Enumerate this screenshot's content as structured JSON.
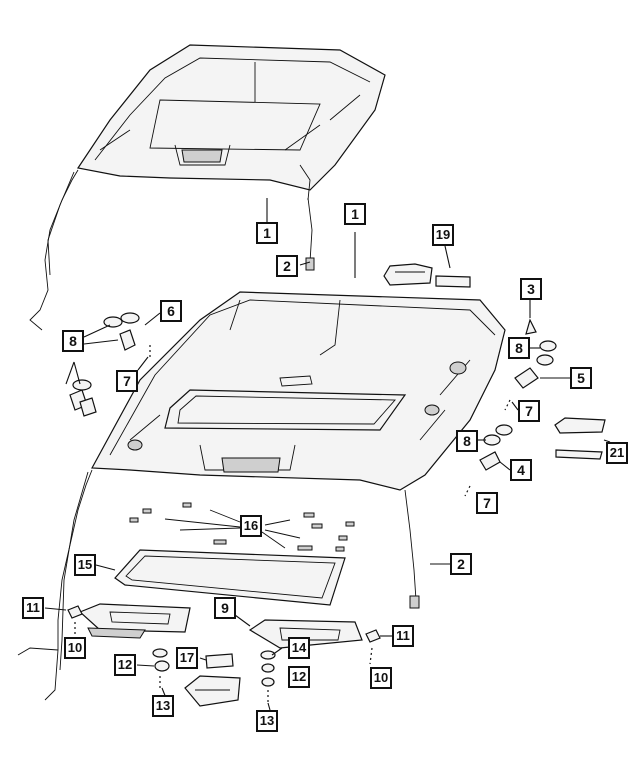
{
  "callouts": {
    "c1_top": "1",
    "c2_top": "2",
    "c1_mid": "1",
    "c19": "19",
    "c3": "3",
    "c6": "6",
    "c8_left": "8",
    "c7_left": "7",
    "c8_right_a": "8",
    "c5": "5",
    "c7_right_a": "7",
    "c8_right_b": "8",
    "c21": "21",
    "c4": "4",
    "c7_right_b": "7",
    "c16": "16",
    "c15": "15",
    "c2_bottom": "2",
    "c11_left": "11",
    "c9": "9",
    "c10_left": "10",
    "c14": "14",
    "c11_right": "11",
    "c17": "17",
    "c12_left": "12",
    "c12_mid": "12",
    "c10_right": "10",
    "c13_left": "13",
    "c13_mid": "13"
  }
}
